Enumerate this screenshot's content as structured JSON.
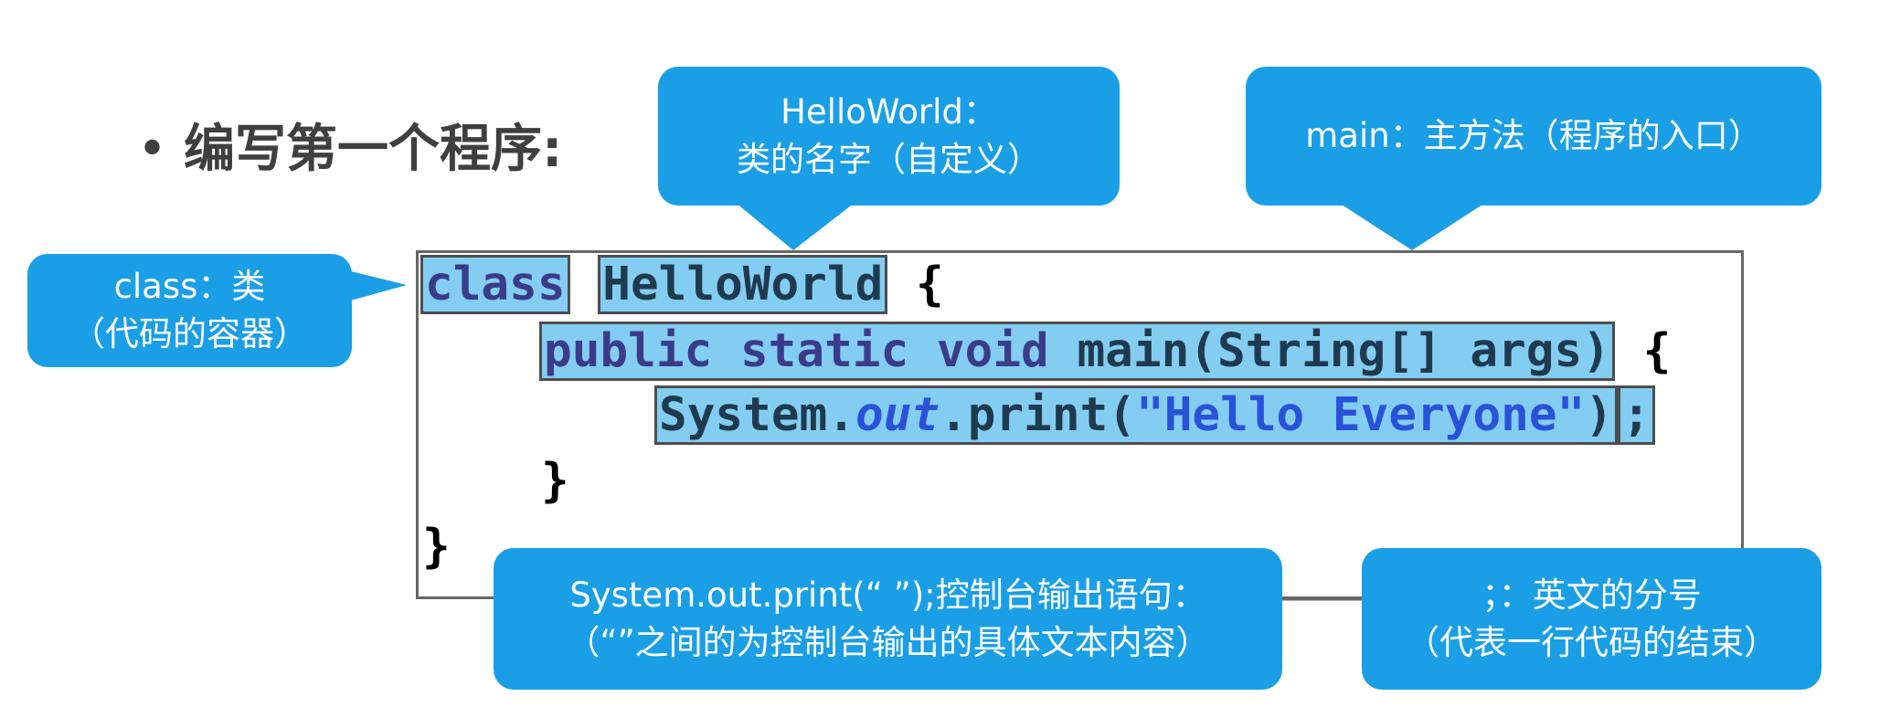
{
  "title": {
    "bullet": "•",
    "text": "编写第一个程序:"
  },
  "callouts": {
    "class": {
      "line1": "class：类",
      "line2": "（代码的容器）"
    },
    "helloworld": {
      "line1": "HelloWorld：",
      "line2": "类的名字（自定义）"
    },
    "main": {
      "line1": "main：主方法（程序的入口）"
    },
    "print": {
      "line1": "System.out.print(“ ”);控制台输出语句：",
      "line2": "（“”之间的为控制台输出的具体文本内容）"
    },
    "semicolon": {
      "line1": "；：英文的分号",
      "line2": "（代表一行代码的结束）"
    }
  },
  "code": {
    "class_kw": "class",
    "class_name": "HelloWorld",
    "open_brace": "{",
    "main_sig": {
      "public": "public",
      "static": "static",
      "void": "void",
      "main": "main(String[]",
      "args": "args)"
    },
    "print_stmt": {
      "system": "System.",
      "out": "out",
      "print": ".print(",
      "literal": "\"Hello Everyone\"",
      "close": ")"
    },
    "semicolon": ";",
    "close_brace_inner": "}",
    "close_brace_outer": "}"
  },
  "colors": {
    "callout": "#1a9fe6",
    "highlight": "#83cdf2",
    "title": "#3f3f3f"
  }
}
